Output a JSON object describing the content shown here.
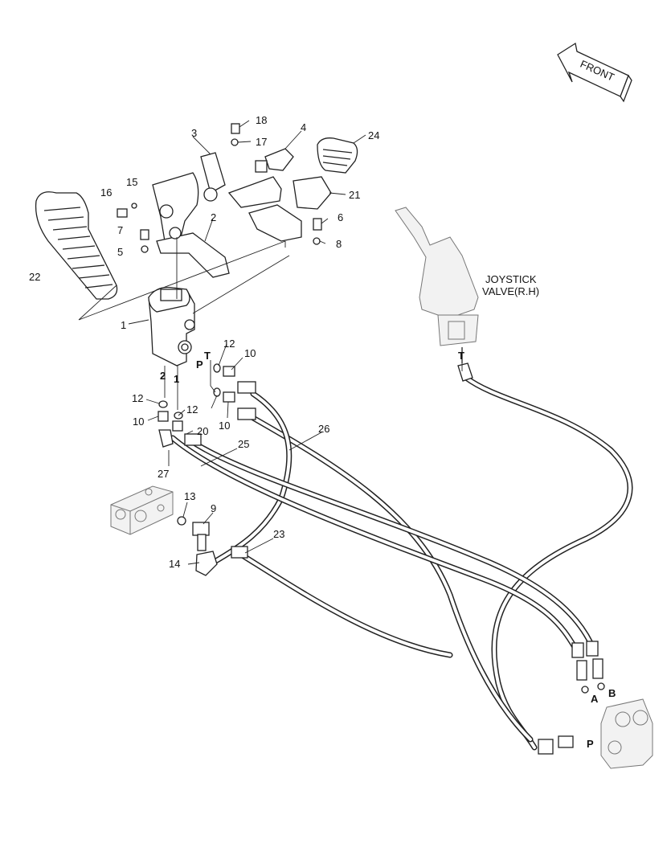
{
  "front_label": "FRONT",
  "joystick_label_line1": "JOYSTICK",
  "joystick_label_line2": "VALVE(R.H)",
  "callouts": {
    "c1": "1",
    "c2a": "2",
    "c2b": "2",
    "c1b": "1",
    "c3": "3",
    "c4": "4",
    "c5": "5",
    "c6": "6",
    "c7": "7",
    "c8": "8",
    "c9": "9",
    "c10a": "10",
    "c10b": "10",
    "c10c": "10",
    "c12a": "12",
    "c12b": "12",
    "c12c": "12",
    "c13": "13",
    "c14": "14",
    "c15": "15",
    "c16": "16",
    "c17": "17",
    "c18": "18",
    "c20": "20",
    "c21": "21",
    "c22": "22",
    "c23": "23",
    "c24": "24",
    "c25": "25",
    "c26": "26",
    "c27": "27"
  },
  "port_labels": {
    "T": "T",
    "P": "P",
    "joy_T": "T",
    "A": "A",
    "B": "B",
    "P2": "P"
  },
  "colors": {
    "line": "#222222",
    "ghost": "#777777",
    "paper": "#ffffff"
  }
}
